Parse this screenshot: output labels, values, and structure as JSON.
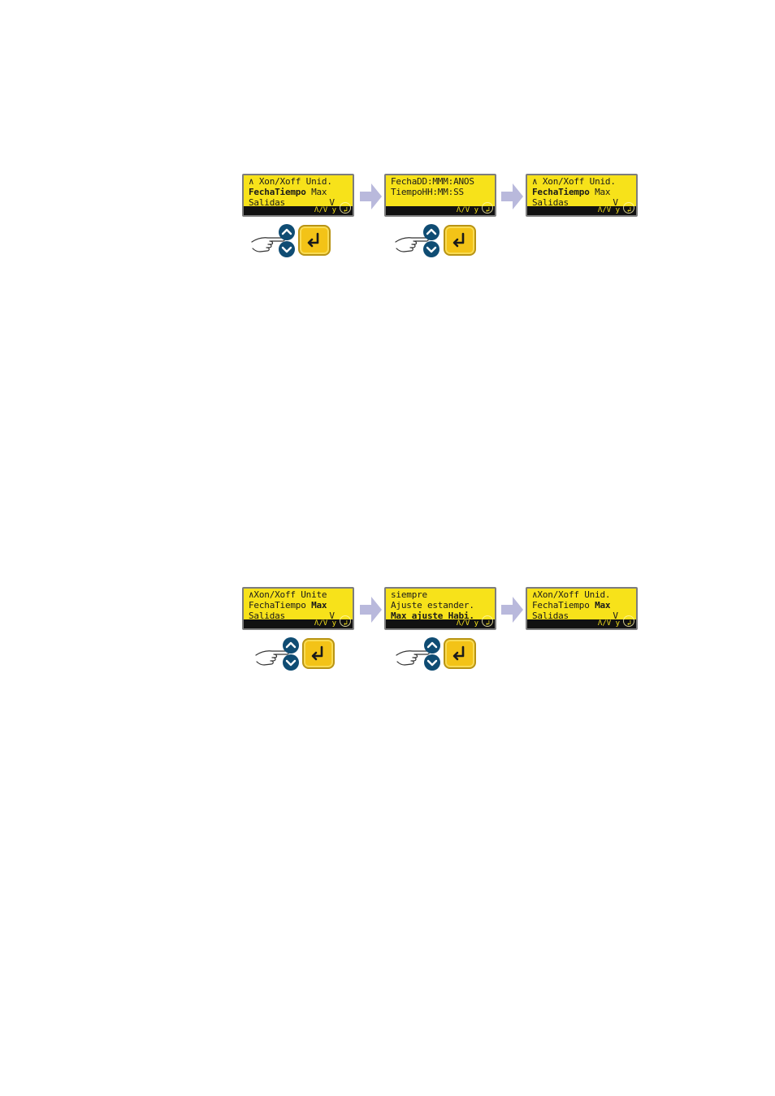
{
  "diagram1": {
    "screens": [
      {
        "lines": [
          {
            "text": "∧ Xon/Xoff Unid.",
            "bold": ""
          },
          {
            "text": "",
            "bold": "FechaTiempo",
            "rest": " Max"
          },
          {
            "text": "Salidas",
            "bold": ""
          }
        ],
        "v_mark": "V",
        "footer": "Λ/V y",
        "enter_glyph": "↲"
      },
      {
        "lines": [
          {
            "text": "FechaDD:MMM:ANOS",
            "bold": ""
          },
          {
            "text": "TiempoHH:MM:SS",
            "bold": ""
          },
          {
            "text": "",
            "bold": ""
          }
        ],
        "v_mark": "",
        "footer": "Λ/V y",
        "enter_glyph": "↲"
      },
      {
        "lines": [
          {
            "text": "∧ Xon/Xoff Unid.",
            "bold": ""
          },
          {
            "text": "",
            "bold": "FechaTiempo",
            "rest": " Max"
          },
          {
            "text": "Salidas",
            "bold": ""
          }
        ],
        "v_mark": "V",
        "footer": "Λ/V y",
        "enter_glyph": "↲"
      }
    ]
  },
  "diagram2": {
    "screens": [
      {
        "lines": [
          {
            "text": "∧Xon/Xoff Unite",
            "bold": ""
          },
          {
            "text": "FechaTiempo ",
            "bold": "Max"
          },
          {
            "text": "Salidas",
            "bold": ""
          }
        ],
        "v_mark": "V",
        "footer": "Λ/V y",
        "enter_glyph": "↲"
      },
      {
        "lines": [
          {
            "text": "siempre",
            "bold": ""
          },
          {
            "text": "Ajuste estander.",
            "bold": ""
          },
          {
            "text": "",
            "bold": "Max ajuste Habi."
          }
        ],
        "v_mark": "",
        "footer": "Λ/V y",
        "enter_glyph": "↲"
      },
      {
        "lines": [
          {
            "text": "∧Xon/Xoff Unid.",
            "bold": ""
          },
          {
            "text": "FechaTiempo ",
            "bold": "Max"
          },
          {
            "text": "Salidas",
            "bold": ""
          }
        ],
        "v_mark": "V",
        "footer": "Λ/V y",
        "enter_glyph": "↲"
      }
    ]
  },
  "colors": {
    "lcd_background": "#f7e21a",
    "lcd_footer": "#111111",
    "arrow": "#b9b9dc",
    "nav_button": "#0f4c73",
    "enter_button": "#f3c317"
  },
  "icons": {
    "hand": "pointing-hand-icon",
    "up": "chevron-up-icon",
    "down": "chevron-down-icon",
    "enter": "enter-icon",
    "flow": "flow-arrow-icon"
  }
}
